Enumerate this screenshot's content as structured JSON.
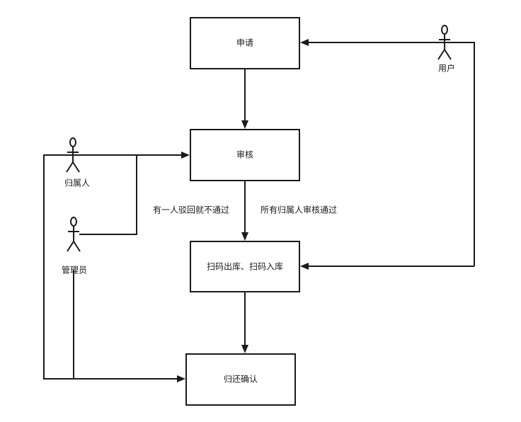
{
  "nodes": {
    "apply": "申请",
    "review": "审核",
    "scan": "扫码出库、扫码入库",
    "return_confirm": "归还确认"
  },
  "actors": {
    "user": "用户",
    "owner": "归属人",
    "admin": "管理员"
  },
  "edge_labels": {
    "reject": "有一人驳回就不通过",
    "approve": "所有归属人审核通过"
  }
}
